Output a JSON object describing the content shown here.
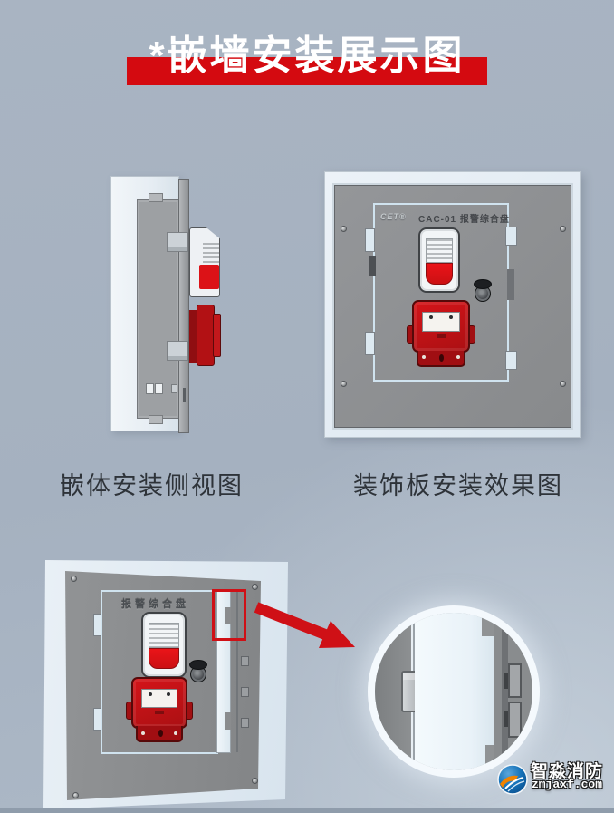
{
  "title": {
    "text": "*嵌墙安装展示图",
    "band_color": "#d40a10",
    "text_color": "#ffffff"
  },
  "panels": {
    "side_view": {
      "caption": "嵌体安装侧视图"
    },
    "front_view": {
      "caption": "装饰板安装效果图",
      "brand": "CET®",
      "model": "CAC-01 报警综合盘"
    },
    "bottom_view": {
      "door_label": "报警综合盘"
    },
    "detail_callout": {
      "highlight_color": "#cf1016",
      "arrow_icon": "red-arrow",
      "lens_icon": "zoom-detail-circle"
    }
  },
  "devices": {
    "strobe_sounder": "strobe-sounder",
    "manual_call_point": "manual-call-point",
    "stop_button": "black-stop-button",
    "strobe_color": "#dc1318",
    "call_point_color": "#b31114",
    "panel_gray": "#8f9193",
    "frame_light": "#e6eef5"
  },
  "page": {
    "background": "#a8b3c1",
    "bottom_strip": "#8f9cab"
  },
  "watermark": {
    "logo_icon": "zhimiao-fire-logo",
    "name": "智淼消防",
    "site": "zmjaxf.com"
  }
}
